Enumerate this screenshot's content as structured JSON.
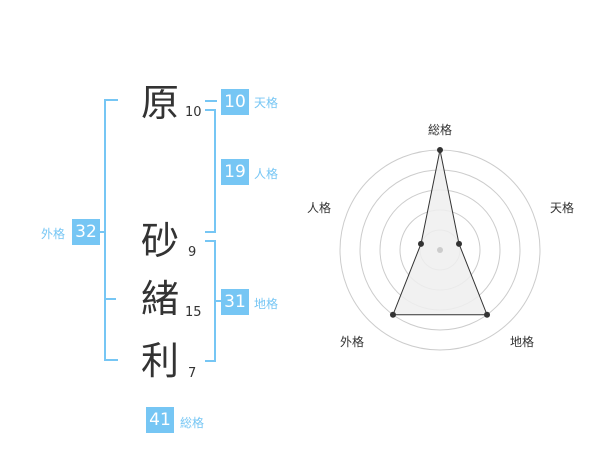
{
  "name": {
    "characters": [
      {
        "char": "原",
        "strokes": "10"
      },
      {
        "char": "砂",
        "strokes": "9"
      },
      {
        "char": "緒",
        "strokes": "15"
      },
      {
        "char": "利",
        "strokes": "7"
      }
    ]
  },
  "fortune": {
    "tenkaku": {
      "value": "10",
      "label": "天格"
    },
    "jinkaku": {
      "value": "19",
      "label": "人格"
    },
    "chikaku": {
      "value": "31",
      "label": "地格"
    },
    "gaikaku": {
      "value": "32",
      "label": "外格"
    },
    "soukaku": {
      "value": "41",
      "label": "総格"
    }
  },
  "colors": {
    "accent": "#76c6f4",
    "text": "#333333",
    "grid": "#cccccc",
    "radar_fill": "#efefef"
  },
  "chart_data": {
    "type": "radar",
    "axes": [
      "総格",
      "天格",
      "地格",
      "外格",
      "人格"
    ],
    "values": [
      5,
      1,
      4,
      4,
      1
    ],
    "max": 5,
    "rings": 5
  }
}
